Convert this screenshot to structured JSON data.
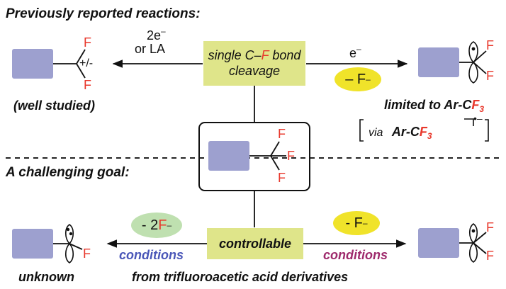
{
  "headings": {
    "previous": "Previously reported reactions:",
    "goal": "A challenging goal:"
  },
  "top": {
    "center_box": {
      "line1_pre": "single C",
      "line1_dash": "–",
      "line1_F": "F",
      "line1_post": " bond",
      "line2": "cleavage"
    },
    "left_reagent_line1": "2e",
    "left_reagent_line1_sup": "–",
    "left_reagent_line2": "or LA",
    "left_charge": "+/-",
    "left_caption": "(well studied)",
    "right_reagent": "e",
    "right_reagent_sup": "–",
    "right_ellipse_pre": "– F",
    "right_ellipse_sup": "–",
    "right_caption_pre": "limited to Ar-C",
    "right_caption_F": "F",
    "right_caption_sub": "3",
    "via": {
      "word": "via",
      "pre": "Ar-C",
      "F": "F",
      "sub": "3",
      "sup": "•–"
    }
  },
  "bottom": {
    "center_box": "controllable",
    "left_ellipse_pre": "- 2",
    "left_ellipse_F": "F",
    "left_ellipse_sup": "–",
    "left_condition": "conditions",
    "right_ellipse_pre": "- F",
    "right_ellipse_sup": "–",
    "right_condition": "conditions",
    "left_caption": "unknown",
    "source_caption": "from trifluoroacetic acid derivatives"
  },
  "atoms": {
    "F": "F"
  },
  "colors": {
    "aryl_box": "#9da0cf",
    "green_box": "#dfe58a",
    "yellow_ellipse": "#f0e32a",
    "green_ellipse": "#bfe0b0",
    "fluorine": "#e8382c",
    "condition_left": "#4a56b8",
    "condition_right": "#9e2a6c"
  }
}
